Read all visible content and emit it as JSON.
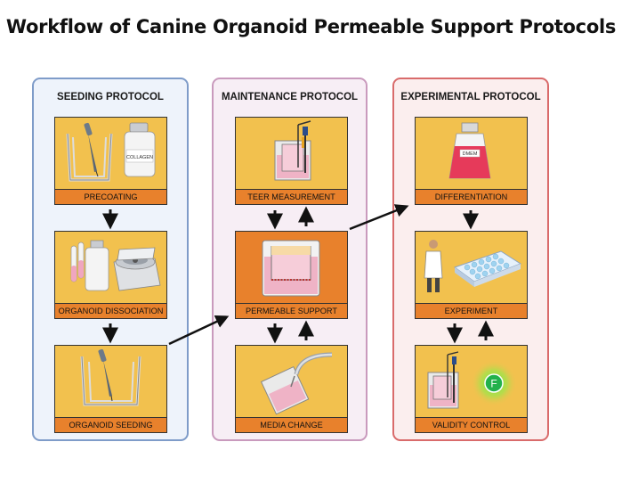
{
  "title": "Workflow of Canine Organoid Permeable Support Protocols",
  "panels": {
    "seeding": {
      "title": "SEEDING PROTOCOL",
      "steps": [
        "PRECOATING",
        "ORGANOID DISSOCIATION",
        "ORGANOID SEEDING"
      ]
    },
    "maintenance": {
      "title": "MAINTENANCE PROTOCOL",
      "steps": [
        "TEER MEASUREMENT",
        "PERMEABLE SUPPORT",
        "MEDIA CHANGE"
      ]
    },
    "experimental": {
      "title": "EXPERIMENTAL PROTOCOL",
      "steps": [
        "DIFFERENTIATION",
        "EXPERIMENT",
        "VALIDITY CONTROL"
      ]
    }
  },
  "icons": {
    "collagen_bottle_text": "COLLAGEN",
    "media_flask_text": "DMEM",
    "fluorescence_marker": "F"
  },
  "colors": {
    "seeding_bg": "#eef3fb",
    "seeding_border": "#7f9cc9",
    "maintenance_bg": "#f7eef5",
    "maintenance_border": "#c99abd",
    "experimental_bg": "#fbeeee",
    "experimental_border": "#d96b6b",
    "step_bg": "#f2c14e",
    "label_bg": "#e8812c",
    "highlight_bg": "#e8812c"
  }
}
